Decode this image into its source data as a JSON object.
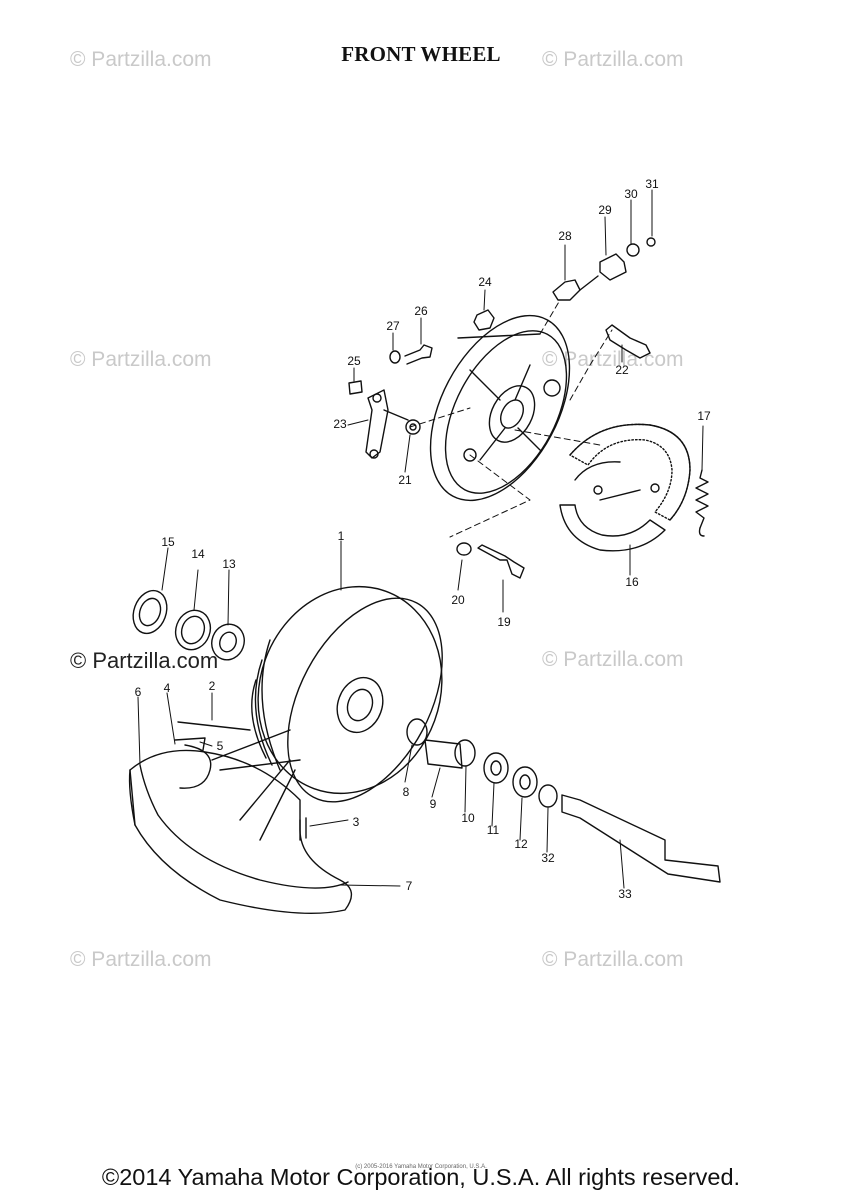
{
  "title": "FRONT WHEEL",
  "watermark": "© Partzilla.com",
  "copyright": "©2014 Yamaha Motor Corporation, U.S.A. All rights reserved.",
  "small_copyright": "(c) 2005-2016 Yamaha Motor Corporation, U.S.A.",
  "callouts": [
    "1",
    "2",
    "3",
    "4",
    "5",
    "6",
    "7",
    "8",
    "9",
    "10",
    "11",
    "12",
    "13",
    "14",
    "15",
    "16",
    "17",
    "19",
    "20",
    "21",
    "22",
    "23",
    "24",
    "25",
    "26",
    "27",
    "28",
    "29",
    "30",
    "31",
    "32",
    "33"
  ]
}
